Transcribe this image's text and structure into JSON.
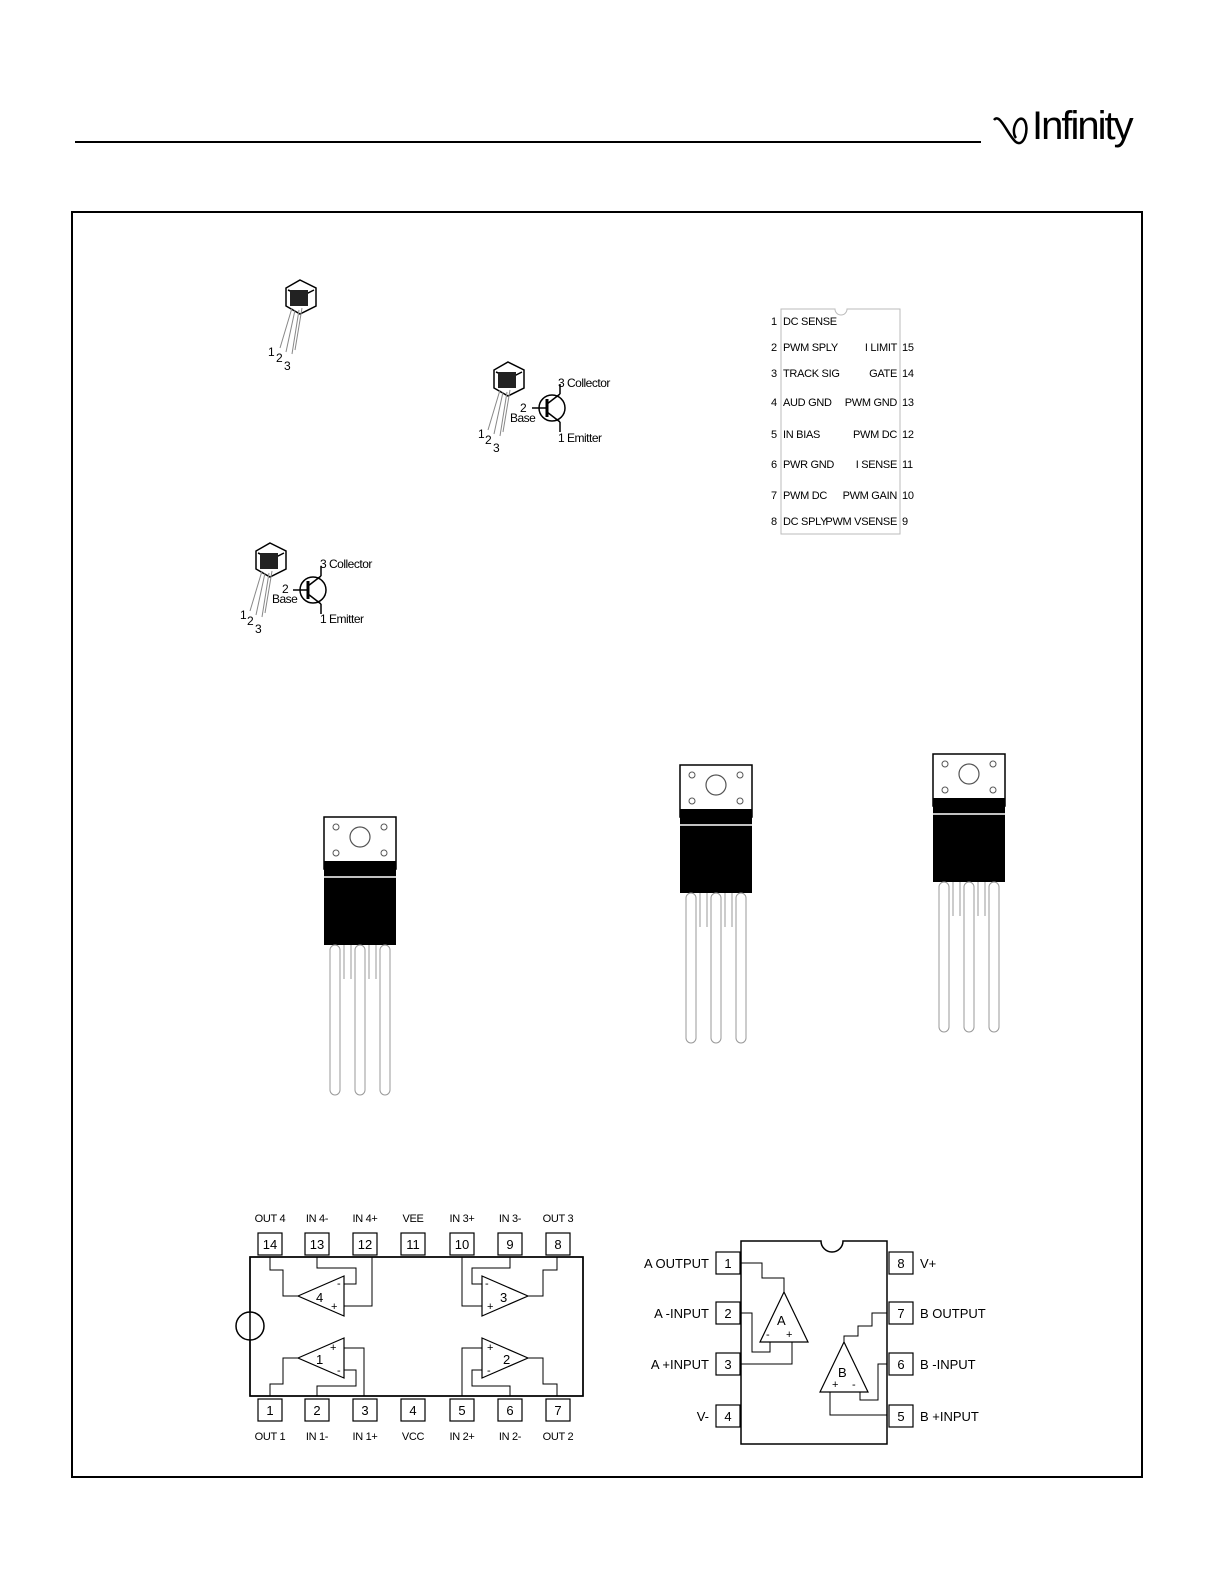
{
  "header": {
    "brand": "Infinity"
  },
  "transistor_pinout": {
    "pin_numbers": [
      "1",
      "2",
      "3"
    ],
    "collector": "3 Collector",
    "base_num": "2",
    "base": "Base",
    "emitter": "1 Emitter"
  },
  "controller_ic": {
    "left_pins": [
      {
        "num": "1",
        "name": "DC SENSE"
      },
      {
        "num": "2",
        "name": "PWM SPLY"
      },
      {
        "num": "3",
        "name": "TRACK SIG"
      },
      {
        "num": "4",
        "name": "AUD GND"
      },
      {
        "num": "5",
        "name": "IN BIAS"
      },
      {
        "num": "6",
        "name": "PWR GND"
      },
      {
        "num": "7",
        "name": "PWM DC"
      },
      {
        "num": "8",
        "name": "DC SPLY"
      }
    ],
    "right_pins": [
      {
        "num": "15",
        "name": "I LIMIT"
      },
      {
        "num": "14",
        "name": "GATE"
      },
      {
        "num": "13",
        "name": "PWM GND"
      },
      {
        "num": "12",
        "name": "PWM DC"
      },
      {
        "num": "11",
        "name": "I SENSE"
      },
      {
        "num": "10",
        "name": "PWM GAIN"
      },
      {
        "num": "9",
        "name": "PWM VSENSE"
      }
    ]
  },
  "quad_opamp": {
    "top_pins": [
      {
        "num": "14",
        "name": "OUT 4"
      },
      {
        "num": "13",
        "name": "IN 4-"
      },
      {
        "num": "12",
        "name": "IN 4+"
      },
      {
        "num": "11",
        "name": "VEE"
      },
      {
        "num": "10",
        "name": "IN 3+"
      },
      {
        "num": "9",
        "name": "IN 3-"
      },
      {
        "num": "8",
        "name": "OUT 3"
      }
    ],
    "bottom_pins": [
      {
        "num": "1",
        "name": "OUT 1"
      },
      {
        "num": "2",
        "name": "IN 1-"
      },
      {
        "num": "3",
        "name": "IN 1+"
      },
      {
        "num": "4",
        "name": "VCC"
      },
      {
        "num": "5",
        "name": "IN 2+"
      },
      {
        "num": "6",
        "name": "IN 2-"
      },
      {
        "num": "7",
        "name": "OUT 2"
      }
    ],
    "amp_numbers": [
      "4",
      "3",
      "1",
      "2"
    ]
  },
  "dual_opamp": {
    "left_pins": [
      {
        "num": "1",
        "name": "A OUTPUT"
      },
      {
        "num": "2",
        "name": "A -INPUT"
      },
      {
        "num": "3",
        "name": "A +INPUT"
      },
      {
        "num": "4",
        "name": "V-"
      }
    ],
    "right_pins": [
      {
        "num": "8",
        "name": "V+"
      },
      {
        "num": "7",
        "name": "B OUTPUT"
      },
      {
        "num": "6",
        "name": "B -INPUT"
      },
      {
        "num": "5",
        "name": "B +INPUT"
      }
    ],
    "amp_a": "A",
    "amp_b": "B"
  }
}
